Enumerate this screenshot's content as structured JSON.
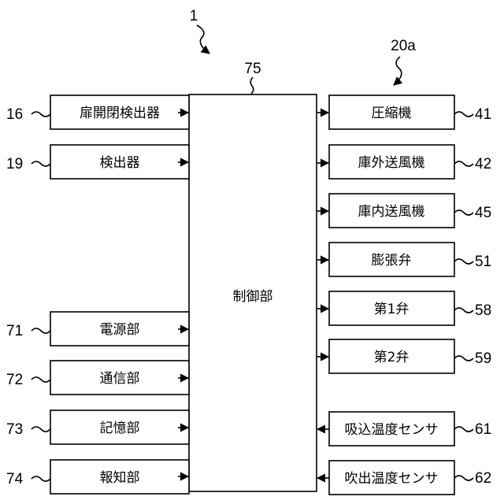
{
  "diagram": {
    "system_ref": "1",
    "group_ref": "20a",
    "controller": {
      "ref": "75",
      "label": "制御部"
    },
    "left_units": [
      {
        "ref": "16",
        "label": "扉開閉検出器"
      },
      {
        "ref": "19",
        "label": "検出器"
      },
      {
        "ref": "71",
        "label": "電源部"
      },
      {
        "ref": "72",
        "label": "通信部"
      },
      {
        "ref": "73",
        "label": "記憶部"
      },
      {
        "ref": "74",
        "label": "報知部"
      }
    ],
    "right_units": [
      {
        "ref": "41",
        "label": "圧縮機"
      },
      {
        "ref": "42",
        "label": "庫外送風機"
      },
      {
        "ref": "45",
        "label": "庫内送風機"
      },
      {
        "ref": "51",
        "label": "膨張弁"
      },
      {
        "ref": "58",
        "label": "第1弁"
      },
      {
        "ref": "59",
        "label": "第2弁"
      },
      {
        "ref": "61",
        "label": "吸込温度センサ"
      },
      {
        "ref": "62",
        "label": "吹出温度センサ"
      }
    ]
  }
}
